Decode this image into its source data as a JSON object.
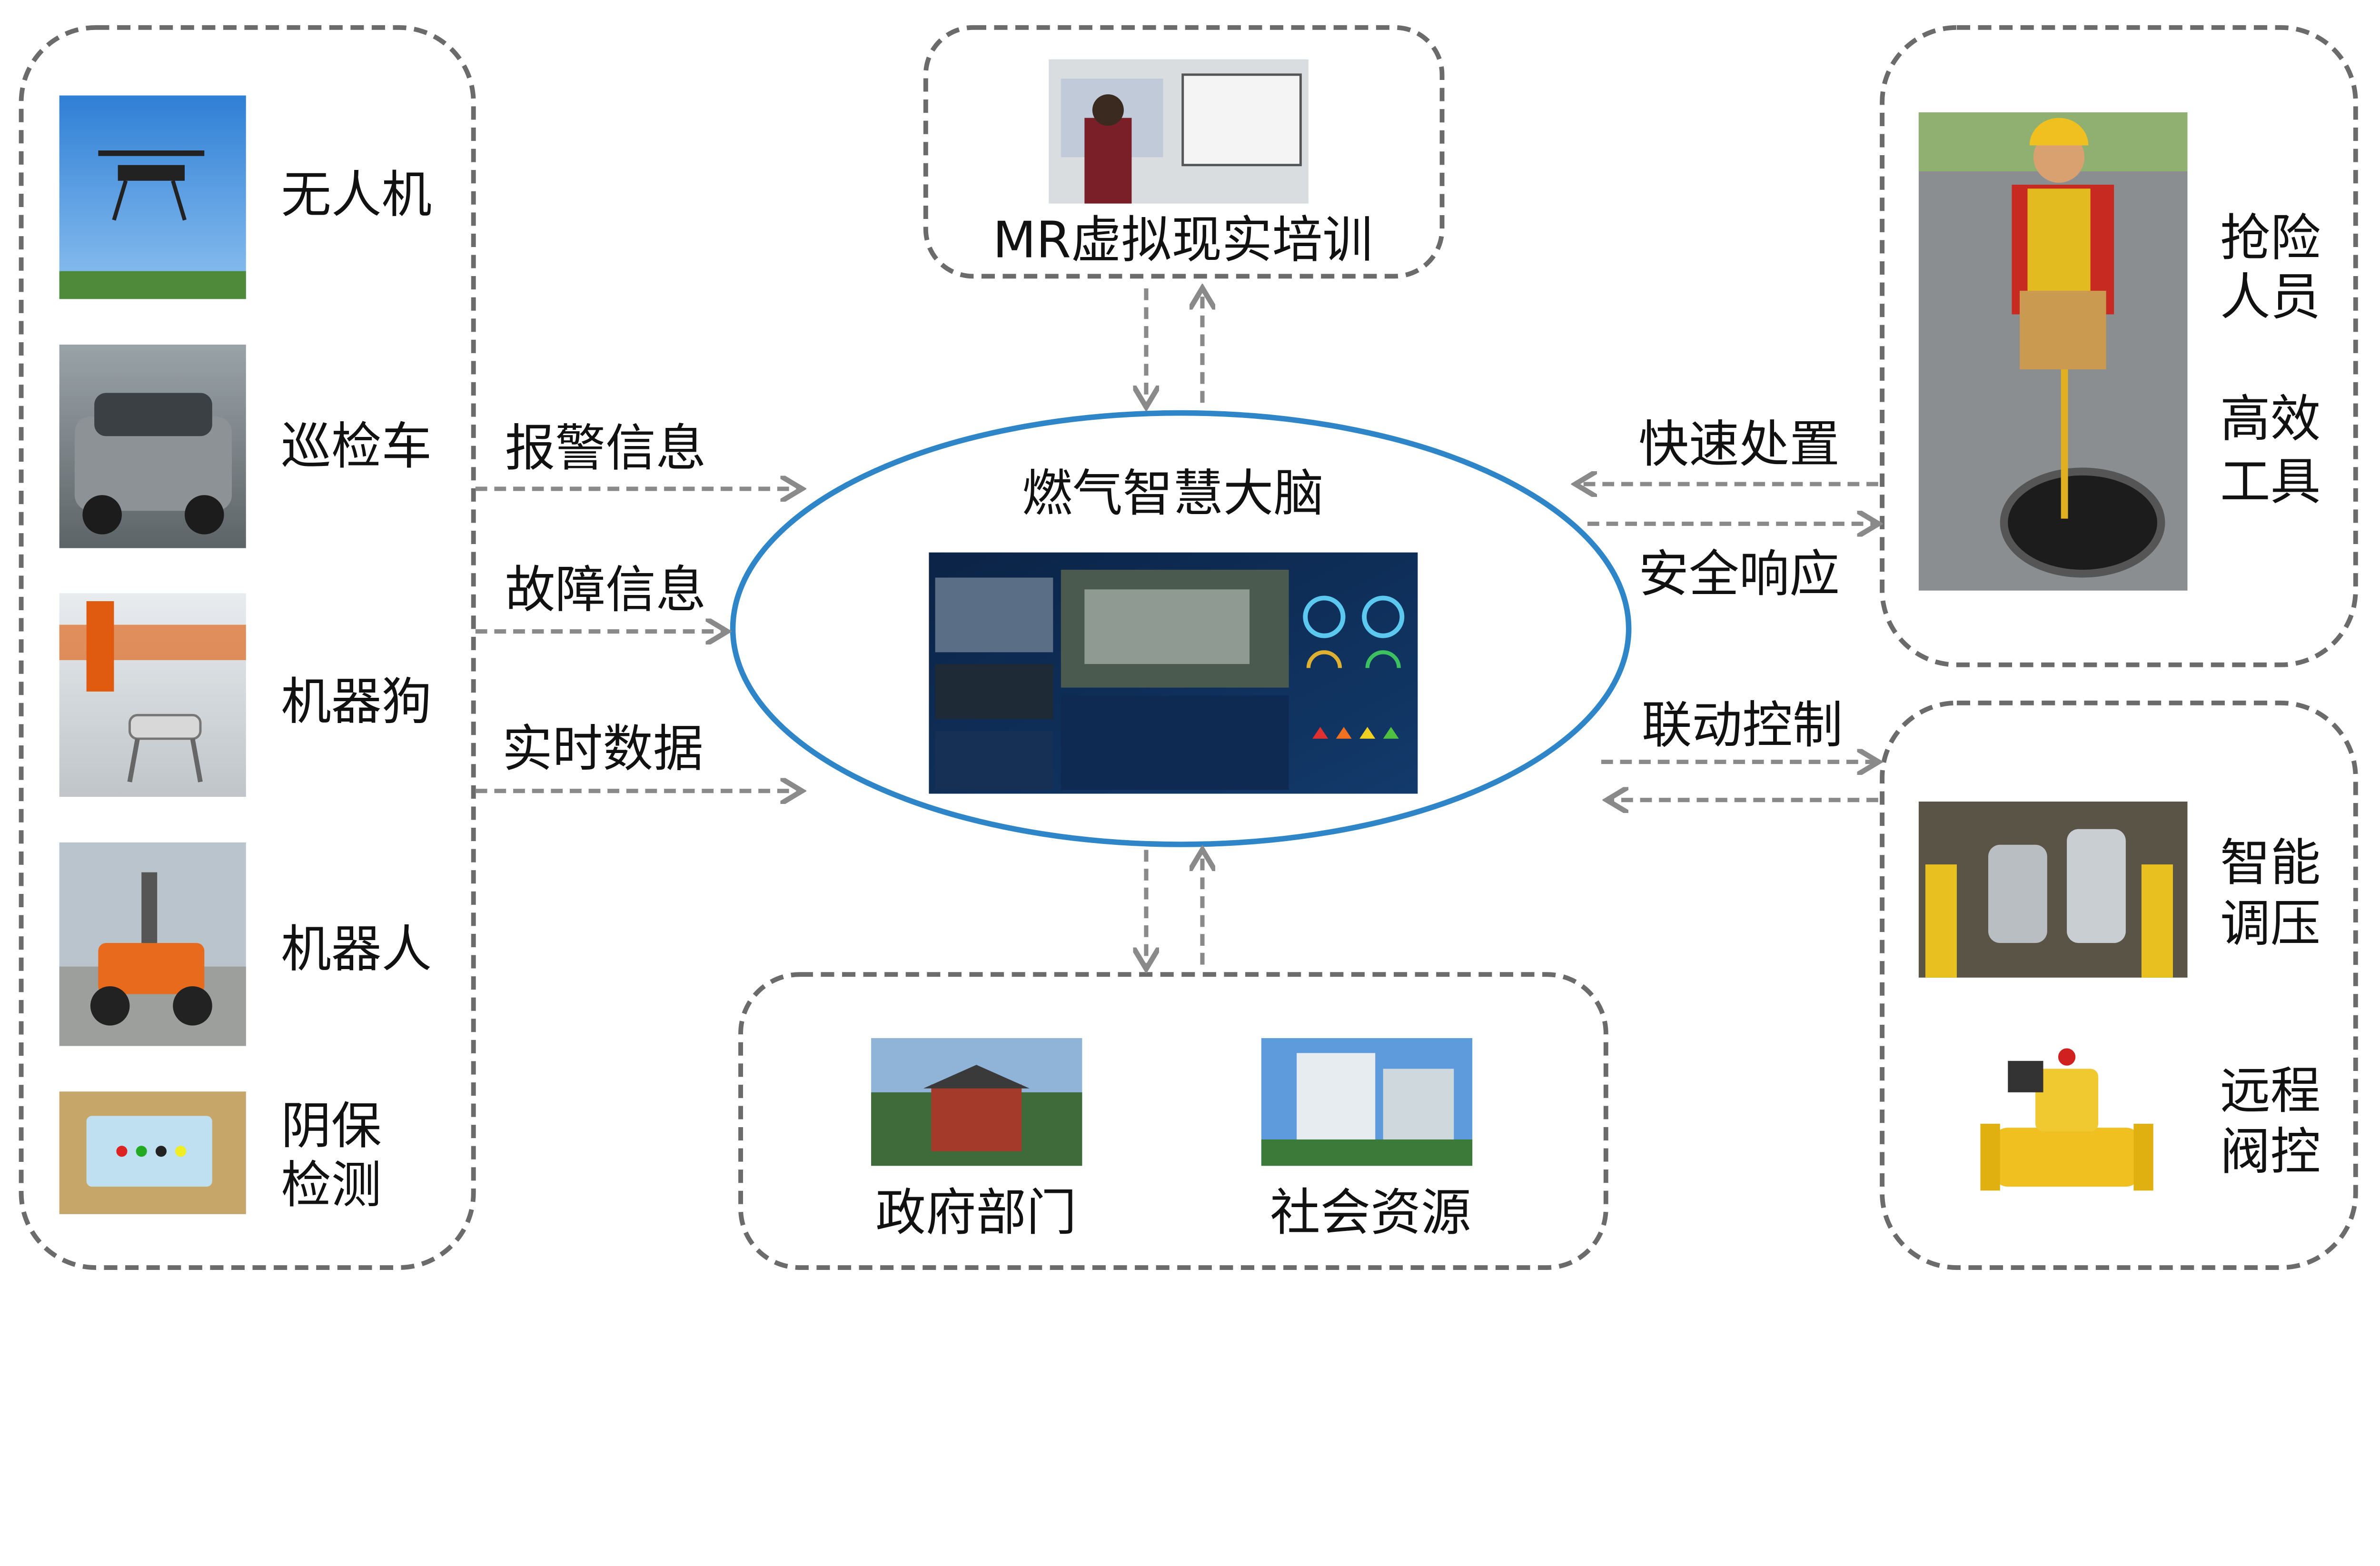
{
  "center": {
    "title": "燃气智慧大脑",
    "ellipse_color": "#2e86c8"
  },
  "left_devices": [
    {
      "label": "无人机",
      "icon": "drone-photo"
    },
    {
      "label": "巡检车",
      "icon": "inspection-car-photo"
    },
    {
      "label": "机器狗",
      "icon": "robot-dog-photo"
    },
    {
      "label": "机器人",
      "icon": "robot-photo"
    },
    {
      "label_line1": "阴保",
      "label_line2": "检测",
      "icon": "cathodic-protection-box-photo"
    }
  ],
  "left_flows": [
    "报警信息",
    "故障信息",
    "实时数据"
  ],
  "top": {
    "label": "MR虚拟现实培训",
    "icon": "mr-training-photo"
  },
  "bottom": [
    {
      "label": "政府部门",
      "icon": "government-building-photo"
    },
    {
      "label": "社会资源",
      "icon": "hospital-building-photo"
    }
  ],
  "right_flows": [
    "快速处置",
    "安全响应",
    "联动控制"
  ],
  "right_top": {
    "label1_line1": "抢险",
    "label1_line2": "人员",
    "label2_line1": "高效",
    "label2_line2": "工具",
    "icon": "emergency-worker-photo"
  },
  "right_bottom": [
    {
      "line1": "智能",
      "line2": "调压",
      "icon": "pressure-regulator-photo"
    },
    {
      "line1": "远程",
      "line2": "阀控",
      "icon": "remote-valve-photo"
    }
  ]
}
